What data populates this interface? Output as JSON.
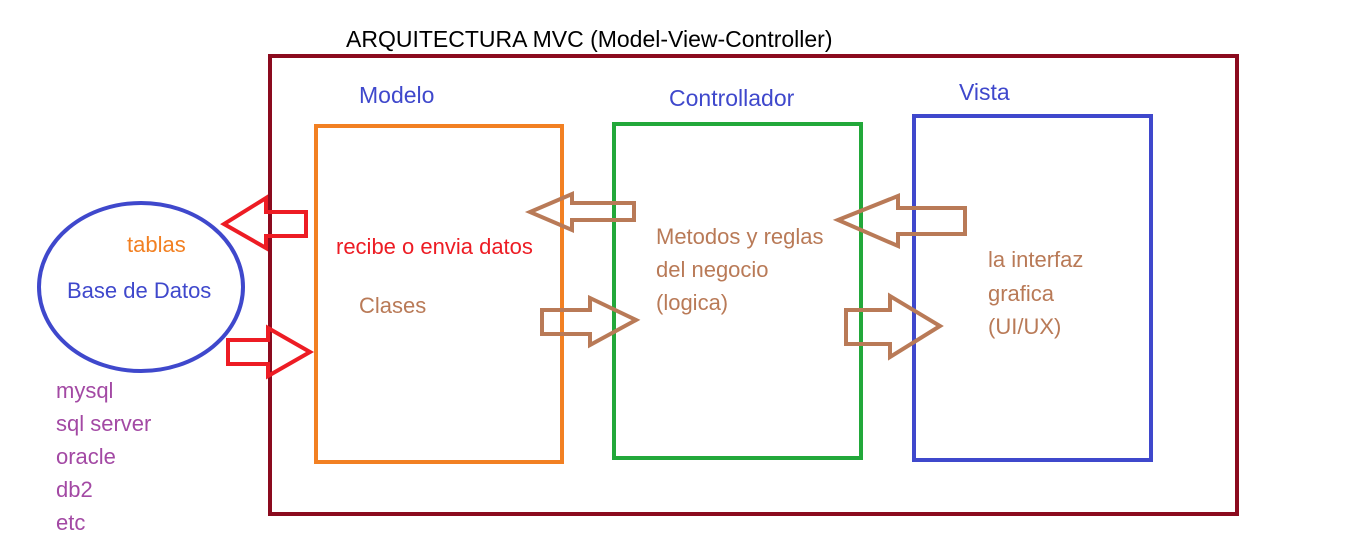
{
  "title": "ARQUITECTURA MVC (Model-View-Controller)",
  "modelo": {
    "heading": "Modelo",
    "line1": "recibe o envia datos",
    "line2": "Clases"
  },
  "controlador": {
    "heading": "Controllador",
    "lines": [
      "Metodos y reglas",
      "del negocio",
      "(logica)"
    ]
  },
  "vista": {
    "heading": "Vista",
    "lines": [
      "la interfaz",
      "grafica",
      "(UI/UX)"
    ]
  },
  "base_datos": {
    "top": "tablas",
    "main": "Base de Datos",
    "engines": [
      "mysql",
      "sql server",
      "oracle",
      "db2",
      "etc"
    ]
  },
  "colors": {
    "outer": "#8b0a1e",
    "modelo": "#f28022",
    "controlador": "#22a83a",
    "vista": "#3f48cc",
    "heading": "#3f48cc",
    "brown": "#b97a57",
    "red": "#ed1c24",
    "purple": "#a349a4",
    "orange": "#f28022"
  }
}
